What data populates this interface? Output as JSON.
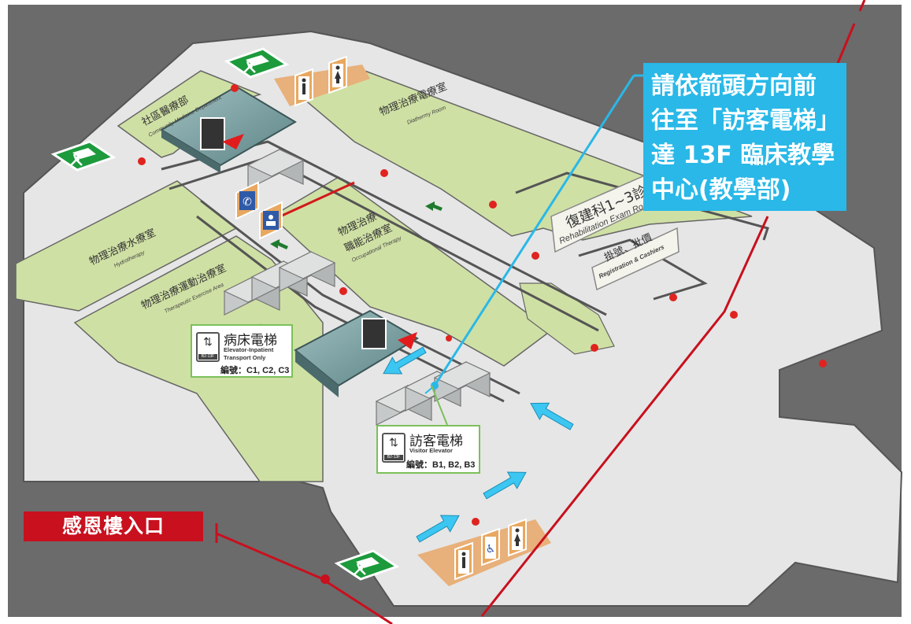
{
  "callout": {
    "lines": [
      "請依箭頭方向前",
      "往至「訪客電梯」",
      "達 13F 臨床教學",
      "中心(教學部)"
    ]
  },
  "entrance_label": "感恩樓入口",
  "rooms": {
    "community_medicine": {
      "zh": "社區醫療部",
      "en": "Community Medicine Department"
    },
    "diathermy": {
      "zh": "物理治療電療室",
      "en": "Diathermy Room"
    },
    "rehab_exam": {
      "zh": "復建科1~3診",
      "en": "Rehabilitation Exam Room"
    },
    "registration": {
      "zh": "掛號、批價",
      "en": "Registration & Cashiers"
    },
    "occupational": {
      "zh_line1": "物理治療",
      "zh_line2": "職能治療室",
      "en": "Occupational Therapy"
    },
    "hydrotherapy": {
      "zh": "物理治療水療室",
      "en": "Hydrotherapy"
    },
    "exercise": {
      "zh": "物理治療運動治療室",
      "en": "Therapeutic Exercise Area"
    }
  },
  "inpatient_elevator": {
    "zh": "病床電梯",
    "en_line1": "Elevator-Inpatient",
    "en_line2": "Transport Only",
    "numbers": "編號：C1, C2, C3",
    "floor_tag": "B2-13F"
  },
  "visitor_elevator": {
    "zh": "訪客電梯",
    "en": "Visitor Elevator",
    "numbers": "編號：B1, B2, B3",
    "floor_tag": "B2-13F"
  },
  "colors": {
    "background": "#6b6b6b",
    "floor": "#e6e6e6",
    "room_green": "#cfe0a4",
    "callout": "#29b8e8",
    "route_arrow": "#3cc6f2",
    "red_line": "#c8101e",
    "exit_green": "#1c9a3c"
  },
  "icons": [
    "exit-sign-icon",
    "restroom-male-icon",
    "restroom-female-icon",
    "accessible-restroom-icon",
    "escalator-icon",
    "telephone-icon",
    "information-desk-icon",
    "elevator-icon"
  ]
}
